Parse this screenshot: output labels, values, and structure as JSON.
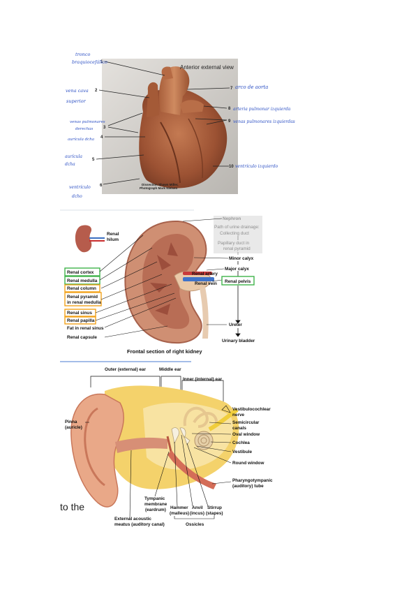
{
  "heart": {
    "view_title": "Anterior external view",
    "numbers": [
      "1",
      "2",
      "3",
      "4",
      "5",
      "6",
      "7",
      "8",
      "9",
      "10"
    ],
    "credit_1": "Dissection Shawn Miller,",
    "credit_2": "Photograph Mark Nielsen",
    "notes": {
      "n1_line1": "tronco",
      "n1_line2": "braquiocefálico",
      "n2_line1": "vena cava",
      "n2_line2": "superior",
      "n3_line1": "venas pulmonares",
      "n3_line2": "derechas",
      "n4": "aurícula dcha",
      "n5_line1": "aurícula",
      "n5_line2": "dcha",
      "n6_line1": "ventrículo",
      "n6_line2": "dcho",
      "n7": "arco de aorta",
      "n8": "arteria pulmonar izquierda",
      "n9": "venas pulmonares izquierdas",
      "n10": "ventrículo izquierdo"
    }
  },
  "kidney": {
    "caption": "Frontal section of right kidney",
    "hilum_1": "Renal",
    "hilum_2": "hilum",
    "left_labels": [
      "Renal cortex",
      "Renal medulla",
      "Renal column",
      "Renal pyramid",
      "in renal medulla",
      "Renal sinus",
      "Renal papilla",
      "Fat in renal sinus",
      "Renal capsule"
    ],
    "inner_labels": [
      "Renal artery",
      "Renal vein"
    ],
    "right": {
      "nephron": "Nephron",
      "path_title": "Path of urine drainage:",
      "collecting": "Collecting duct",
      "papillary_1": "Papillary duct in",
      "papillary_2": "renal pyramid",
      "minor": "Minor calyx",
      "major": "Major calyx",
      "pelvis": "Renal pelvis",
      "ureter": "Ureter",
      "bladder": "Urinary bladder"
    },
    "colors": {
      "green": "#3fb34a",
      "orange": "#f2a21b"
    }
  },
  "ear": {
    "outer": "Outer (external) ear",
    "middle": "Middle ear",
    "inner": "Inner (internal) ear",
    "pinna_1": "Pinna",
    "pinna_2": "(auricle)",
    "vestibulocochlear_1": "Vestibulocochlear",
    "vestibulocochlear_2": "nerve",
    "semicircular_1": "Semicircular",
    "semicircular_2": "canals",
    "oval": "Oval window",
    "cochlea": "Cochlea",
    "vestibule": "Vestibule",
    "round": "Round window",
    "pharyngo_1": "Pharyngotympanic",
    "pharyngo_2": "(auditory) tube",
    "tympanic_1": "Tympanic",
    "tympanic_2": "membrane",
    "tympanic_3": "(eardrum)",
    "hammer_1": "Hammer",
    "hammer_2": "(malleus)",
    "anvil_1": "Anvil",
    "anvil_2": "(incus)",
    "stirrup_1": "Stirrup",
    "stirrup_2": "(stapes)",
    "ossicles": "Ossicles",
    "meatus_1": "External acoustic",
    "meatus_2": "meatus (auditory canal)"
  },
  "page_text": "to the"
}
